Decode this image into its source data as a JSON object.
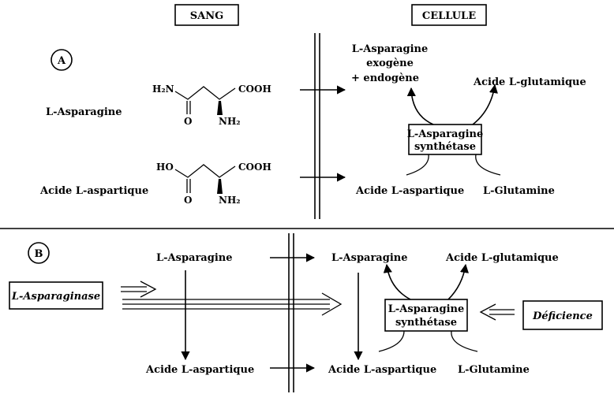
{
  "header": {
    "blood": "SANG",
    "cell": "CELLULE"
  },
  "panel_a": {
    "label": "A",
    "asn_name": "L-Asparagine",
    "asp_name": "Acide L-aspartique",
    "asn_formula": {
      "h2n": "H₂N",
      "cooh": "COOH",
      "o": "O",
      "nh2": "NH₂"
    },
    "asp_formula": {
      "ho": "HO",
      "cooh": "COOH",
      "o": "O",
      "nh2": "NH₂"
    },
    "cell_asn": [
      "L-Asparagine",
      "exogène",
      "+ endogène"
    ],
    "glutamic": "Acide L-glutamique",
    "enzyme": [
      "L-Asparagine",
      "synthétase"
    ],
    "cell_asp": "Acide L-aspartique",
    "glutamine": "L-Glutamine"
  },
  "panel_b": {
    "label": "B",
    "blood_asn": "L-Asparagine",
    "asparaginase": "L-Asparaginase",
    "blood_asp": "Acide L-aspartique",
    "cell_asn": "L-Asparagine",
    "cell_asp": "Acide L-aspartique",
    "glutamic": "Acide L-glutamique",
    "enzyme": [
      "L-Asparagine",
      "synthétase"
    ],
    "glutamine": "L-Glutamine",
    "deficiency": "Déficience"
  }
}
